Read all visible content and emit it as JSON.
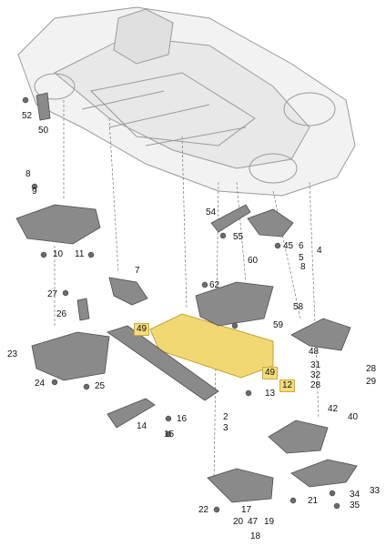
{
  "callouts": {
    "c2": "2",
    "c3": "3",
    "c4": "4",
    "c5": "5",
    "c6": "6",
    "c7": "7",
    "c8": "8",
    "c9": "9",
    "c10": "10",
    "c11": "11",
    "c12": "12",
    "c13": "13",
    "c14": "14",
    "c15": "15",
    "c16": "16",
    "c17": "17",
    "c18": "18",
    "c19": "19",
    "c20": "20",
    "c21": "21",
    "c22": "22",
    "c23": "23",
    "c24": "24",
    "c25": "25",
    "c26": "26",
    "c27": "27",
    "c28a": "28",
    "c28b": "28",
    "c29": "29",
    "c31": "31",
    "c32": "32",
    "c33": "33",
    "c34": "34",
    "c35": "35",
    "c40": "40",
    "c42": "42",
    "c45": "45",
    "c47": "47",
    "c48": "48",
    "c49a": "49",
    "c49b": "49",
    "c50": "50",
    "c52": "52",
    "c54": "54",
    "c55": "55",
    "c58": "58",
    "c59": "59",
    "c60": "60",
    "c62": "62"
  },
  "colors": {
    "highlight": "#f2d873",
    "part": "#7d7d7d",
    "line": "#555555"
  }
}
